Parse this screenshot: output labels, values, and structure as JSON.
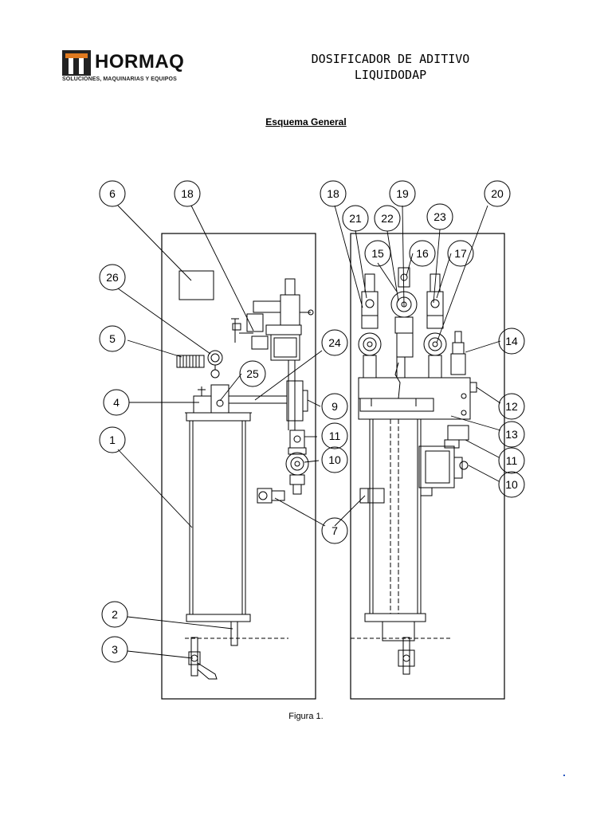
{
  "header": {
    "brand": "HORMAQ",
    "tagline": "SOLUCIONES, MAQUINARIAS Y EQUIPOS",
    "title_line1": "DOSIFICADOR DE ADITIVO",
    "title_line2": "LIQUIDODAP"
  },
  "section_title": "Esquema General",
  "caption": "Figura 1.",
  "colors": {
    "brand_orange": "#e07a1f",
    "brand_dark": "#222222"
  },
  "callouts": {
    "c1": "1",
    "c2": "2",
    "c3": "3",
    "c4": "4",
    "c5": "5",
    "c6": "6",
    "c7": "7",
    "c9": "9",
    "c10a": "10",
    "c11a": "11",
    "c18a": "18",
    "c24": "24",
    "c25": "25",
    "c26": "26",
    "c18b": "18",
    "c19": "19",
    "c20": "20",
    "c21": "21",
    "c22": "22",
    "c23": "23",
    "c15": "15",
    "c16": "16",
    "c17": "17",
    "c14": "14",
    "c12": "12",
    "c13": "13",
    "c11b": "11",
    "c10b": "10"
  }
}
